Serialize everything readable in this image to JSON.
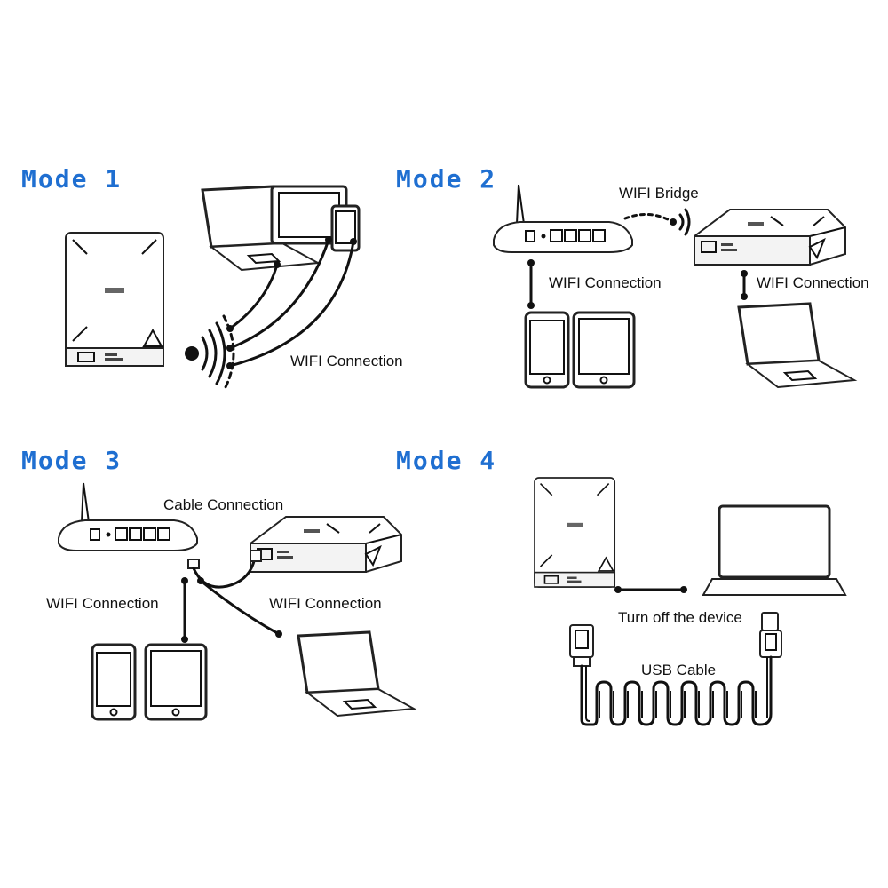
{
  "modes": [
    {
      "title": "Mode 1",
      "labels": {
        "wifi": "WIFI Connection"
      }
    },
    {
      "title": "Mode 2",
      "labels": {
        "bridge": "WIFI Bridge",
        "wifi_left": "WIFI Connection",
        "wifi_right": "WIFI Connection"
      }
    },
    {
      "title": "Mode 3",
      "labels": {
        "cable": "Cable Connection",
        "wifi_left": "WIFI Connection",
        "wifi_right": "WIFI Connection"
      }
    },
    {
      "title": "Mode 4",
      "labels": {
        "off": "Turn off the device",
        "usb": "USB Cable"
      }
    }
  ],
  "colors": {
    "title": "#1f6fd1",
    "line": "#111111"
  },
  "icons": [
    "storage-device-icon",
    "router-icon",
    "laptop-icon",
    "tablet-icon",
    "smartphone-icon",
    "usb-cable-icon",
    "ethernet-cable-icon",
    "wifi-signal-icon"
  ]
}
